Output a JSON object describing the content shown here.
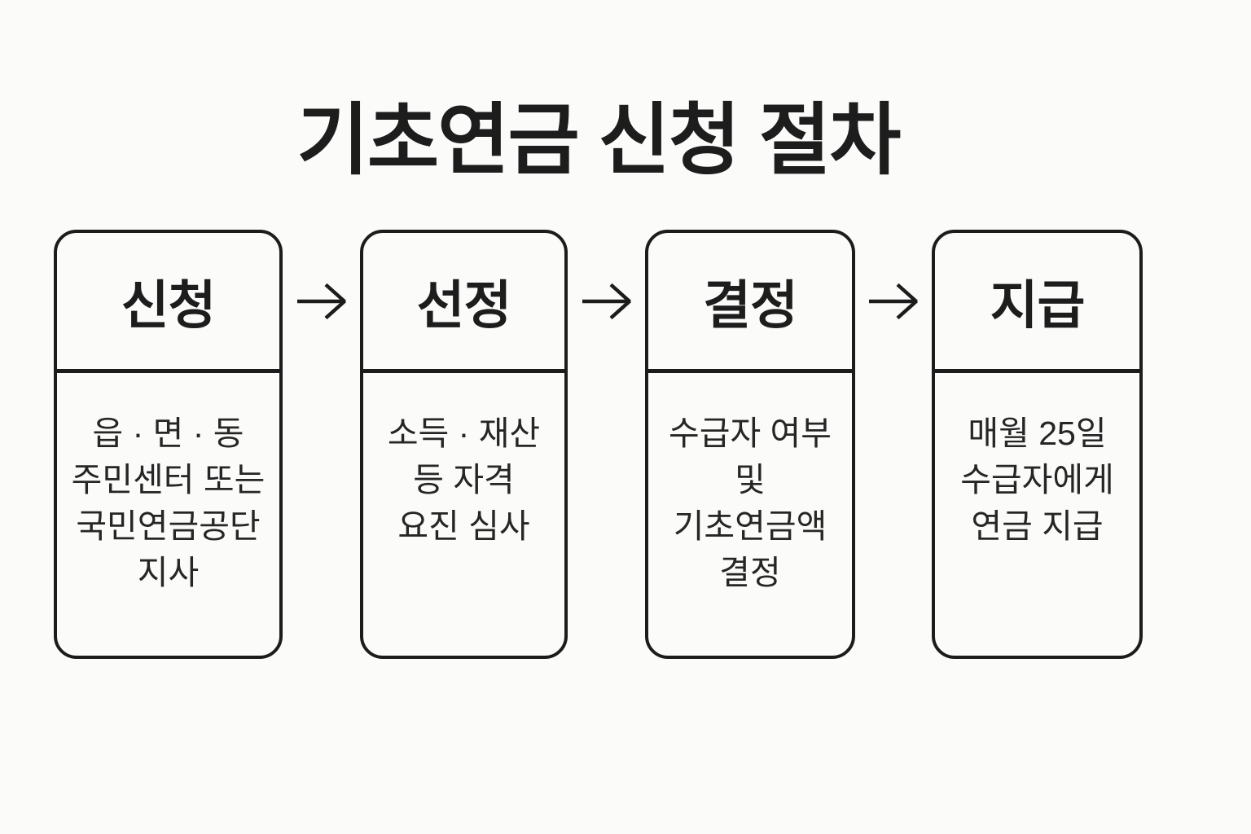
{
  "title": "기초연금 신청 절차",
  "flow": {
    "arrow_icon": {
      "name": "arrow-right-icon",
      "glyph": "→"
    },
    "steps": [
      {
        "id": "apply",
        "header": "신청",
        "body_lines": [
          "읍 · 면 · 동",
          "주민센터 또는",
          "국민연금공단",
          "지사"
        ]
      },
      {
        "id": "select",
        "header": "선정",
        "body_lines": [
          "소득 · 재산",
          "등 자격",
          "요진 심사"
        ]
      },
      {
        "id": "decide",
        "header": "결정",
        "body_lines": [
          "수급자 여부",
          "및",
          "기초연금액",
          "결정"
        ]
      },
      {
        "id": "pay",
        "header": "지급",
        "body_lines": [
          "매월 25일",
          "수급자에게",
          "연금 지급"
        ]
      }
    ]
  },
  "colors": {
    "background": "#fbfbfa",
    "line": "#1c1c1c",
    "text": "#262626"
  }
}
